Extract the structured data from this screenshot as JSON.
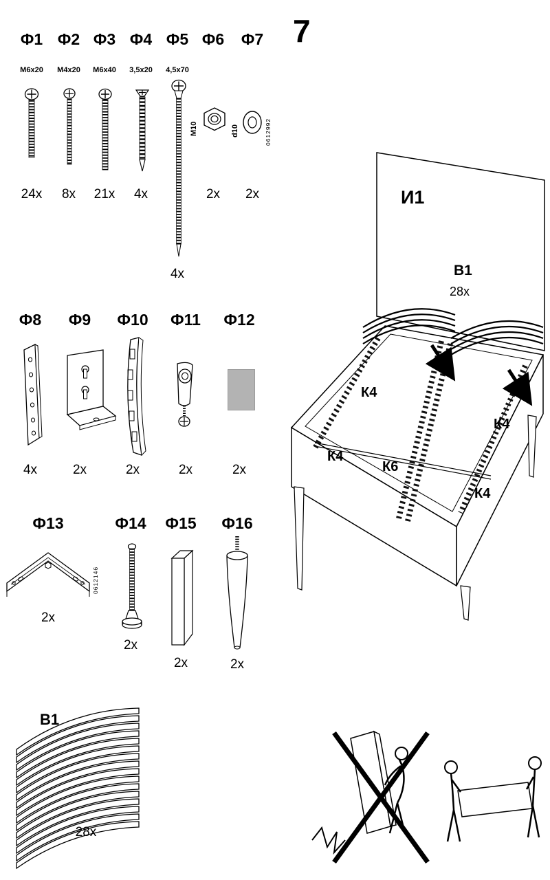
{
  "page_number": "7",
  "row1": {
    "f1": {
      "label": "Ф1",
      "spec": "M6x20",
      "count": "24x"
    },
    "f2": {
      "label": "Ф2",
      "spec": "M4x20",
      "count": "8x"
    },
    "f3": {
      "label": "Ф3",
      "spec": "M6x40",
      "count": "21x"
    },
    "f4": {
      "label": "Ф4",
      "spec": "3,5x20",
      "count": "4x"
    },
    "f5": {
      "label": "Ф5",
      "spec": "4,5x70",
      "count": "4x"
    },
    "f6": {
      "label": "Ф6",
      "spec": "M10",
      "count": "2x"
    },
    "f7": {
      "label": "Ф7",
      "spec": "d10",
      "part_no": "0612992",
      "count": "2x"
    }
  },
  "row2": {
    "f8": {
      "label": "Ф8",
      "count": "4x"
    },
    "f9": {
      "label": "Ф9",
      "count": "2x"
    },
    "f10": {
      "label": "Ф10",
      "count": "2x"
    },
    "f11": {
      "label": "Ф11",
      "count": "2x"
    },
    "f12": {
      "label": "Ф12",
      "count": "2x"
    }
  },
  "row3": {
    "f13": {
      "label": "Ф13",
      "part_no": "0612146",
      "count": "2x"
    },
    "f14": {
      "label": "Ф14",
      "count": "2x"
    },
    "f15": {
      "label": "Ф15",
      "count": "2x"
    },
    "f16": {
      "label": "Ф16",
      "count": "2x"
    }
  },
  "slat_stack": {
    "label": "B1",
    "count": "28x"
  },
  "assembly": {
    "headboard": "И1",
    "slats_label": "В1",
    "slats_count": "28x",
    "rail1": "К4",
    "rail2": "К4",
    "rail3": "К4",
    "rail4": "К4",
    "crossbar": "К6"
  }
}
